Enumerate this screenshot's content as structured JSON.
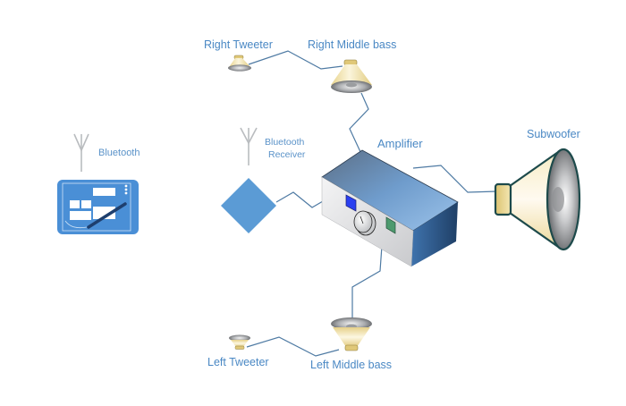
{
  "diagram": {
    "title": "Bluetooth audio system",
    "colors": {
      "label": "#4a88c4",
      "wire": "#4e7aa3",
      "receiver": "#5b9bd5",
      "tablet": "#4a8fd6",
      "amp_top": "#6e9ccc",
      "amp_front": "#e4e5e7",
      "speaker_cone": "#f2e6b8",
      "speaker_rim": "#6d6f72"
    },
    "nodes": {
      "tablet": {
        "label": "Bluetooth"
      },
      "receiver": {
        "label_line1": "Bluetooth",
        "label_line2": "Receiver"
      },
      "amplifier": {
        "label": "Amplifier"
      },
      "subwoofer": {
        "label": "Subwoofer"
      },
      "right_tweeter": {
        "label": "Right Tweeter"
      },
      "right_middle_bass": {
        "label": "Right Middle bass"
      },
      "left_tweeter": {
        "label": "Left Tweeter"
      },
      "left_middle_bass": {
        "label": "Left Middle bass"
      }
    },
    "connections": [
      {
        "from": "right_tweeter",
        "to": "right_middle_bass"
      },
      {
        "from": "right_middle_bass",
        "to": "amplifier"
      },
      {
        "from": "receiver",
        "to": "amplifier"
      },
      {
        "from": "amplifier",
        "to": "subwoofer"
      },
      {
        "from": "amplifier",
        "to": "left_middle_bass"
      },
      {
        "from": "left_middle_bass",
        "to": "left_tweeter"
      }
    ]
  }
}
